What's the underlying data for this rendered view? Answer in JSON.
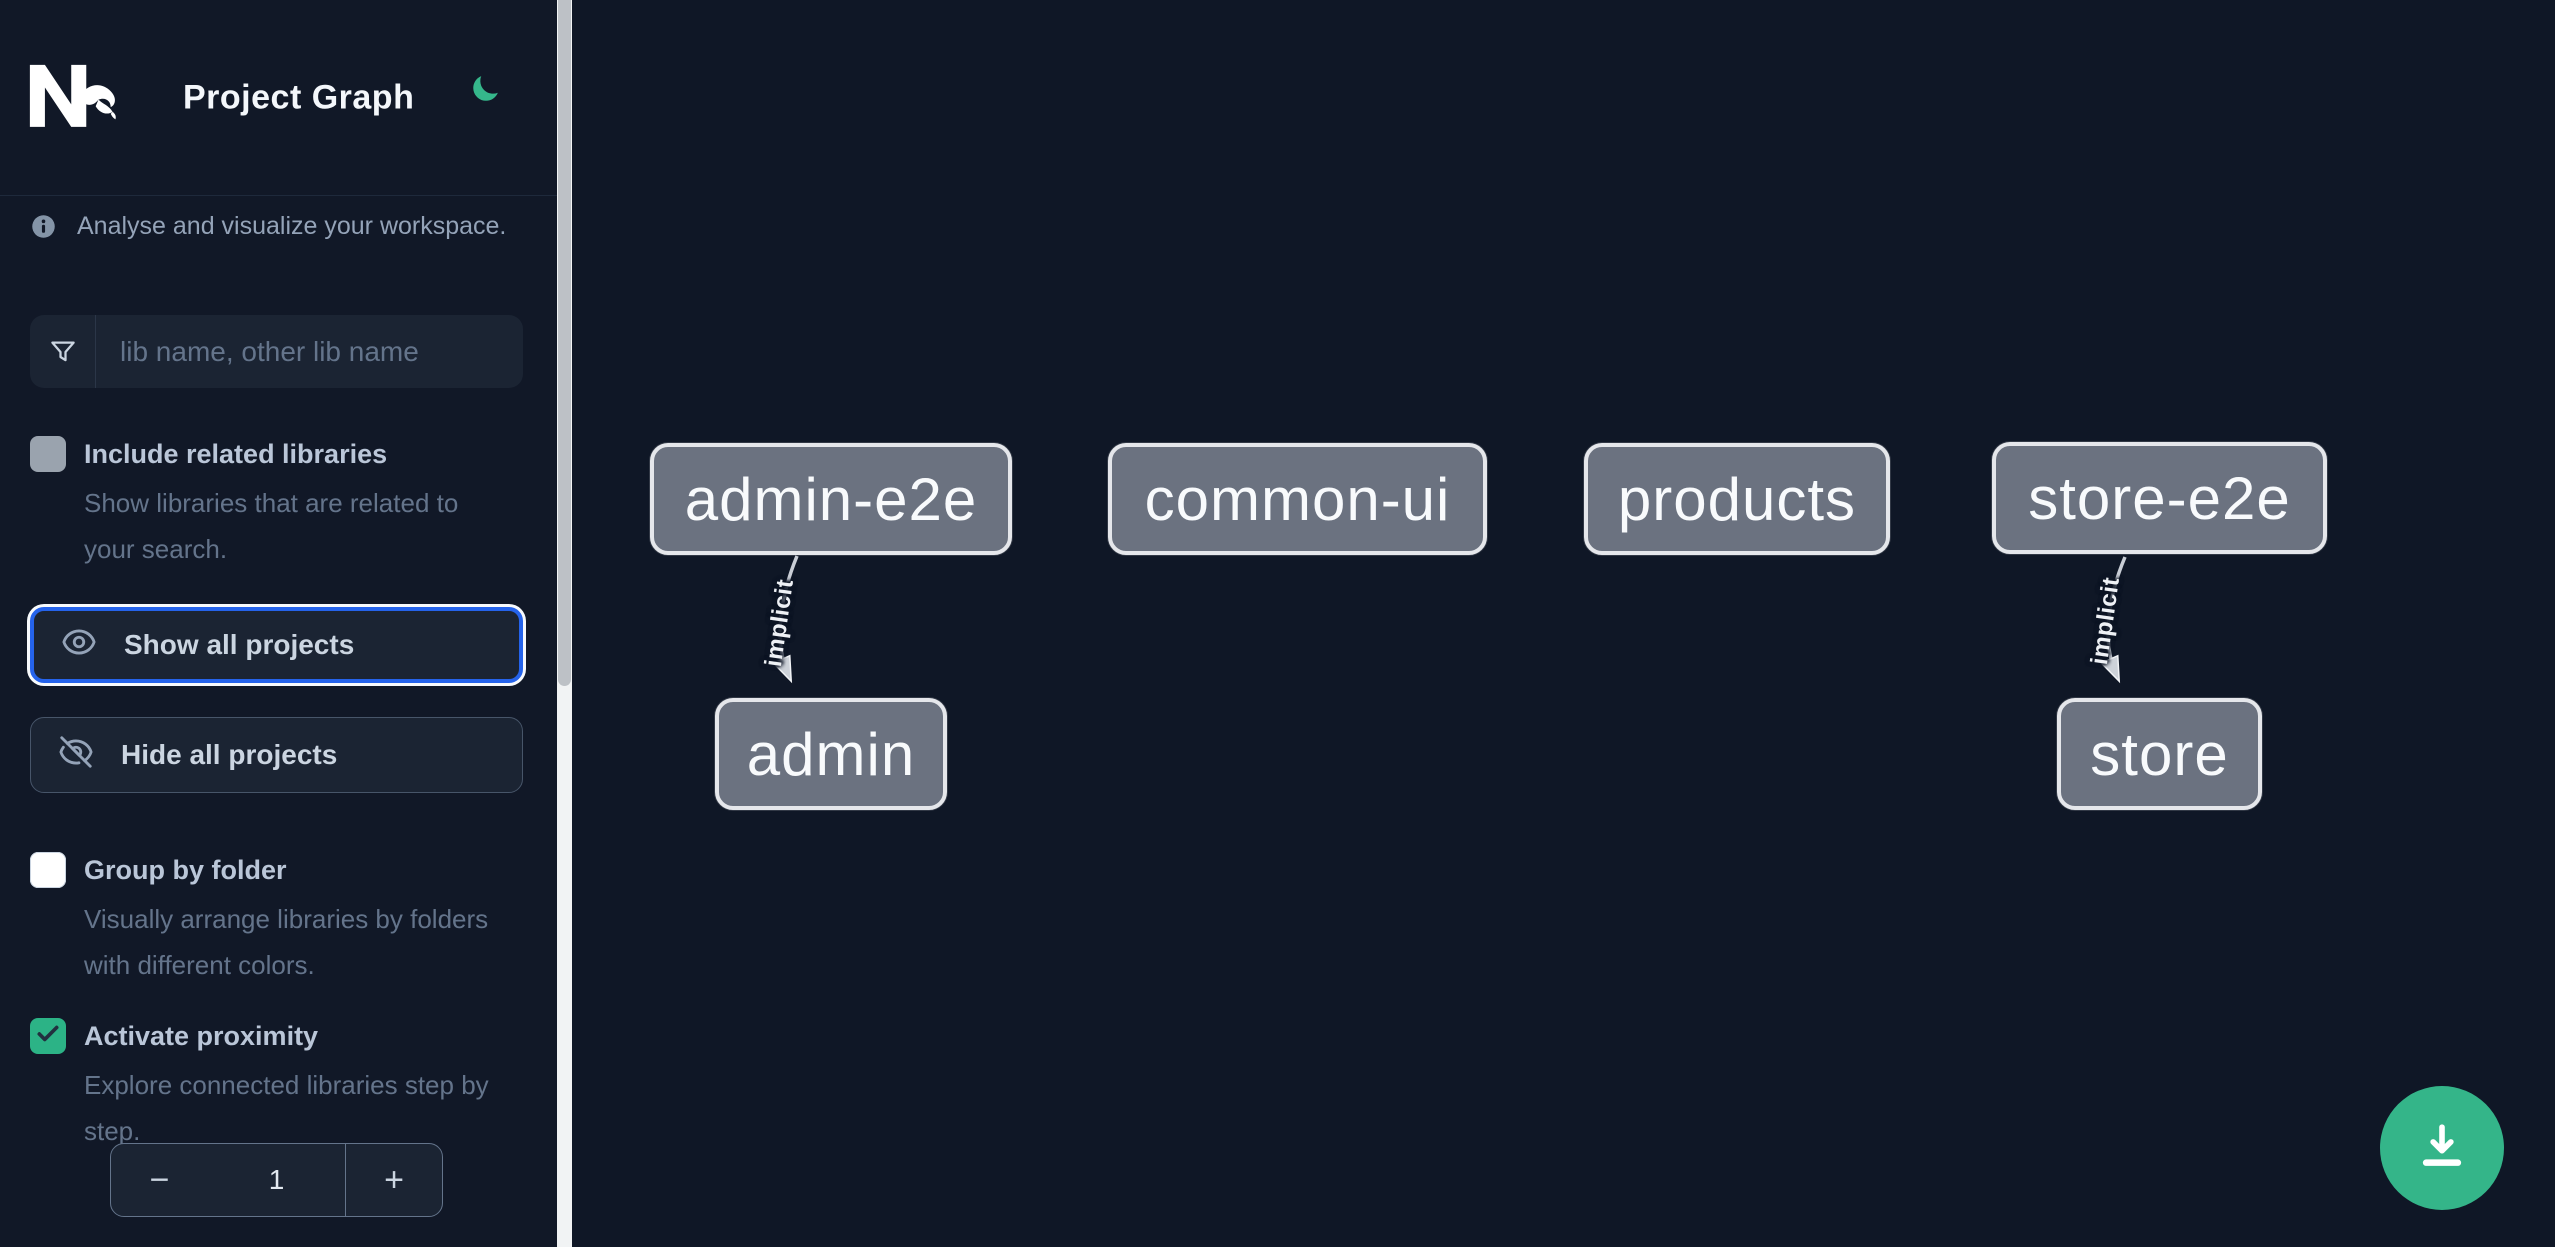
{
  "app": {
    "title": "Project Graph"
  },
  "colors": {
    "accent_green": "#34b589",
    "focus_blue": "#2563eb",
    "node_fill": "#6b7280",
    "node_border": "#e5e7eb",
    "background": "#0f1726"
  },
  "sidebar": {
    "tagline": "Analyse and visualize your workspace.",
    "filter": {
      "placeholder": "lib name, other lib name"
    },
    "options": [
      {
        "label": "Include related libraries",
        "description": "Show libraries that are related to your search.",
        "checked": false
      },
      {
        "label": "Group by folder",
        "description": "Visually arrange libraries by folders with different colors.",
        "checked": false
      },
      {
        "label": "Activate proximity",
        "description": "Explore connected libraries step by step.",
        "checked": true
      }
    ],
    "actions": {
      "show_all": "Show all projects",
      "hide_all": "Hide all projects"
    },
    "proximity_stepper": {
      "decrement": "−",
      "value": "1",
      "increment": "+"
    }
  },
  "graph": {
    "nodes": [
      {
        "id": "admin-e2e",
        "label": "admin-e2e"
      },
      {
        "id": "common-ui",
        "label": "common-ui"
      },
      {
        "id": "products",
        "label": "products"
      },
      {
        "id": "store-e2e",
        "label": "store-e2e"
      },
      {
        "id": "admin",
        "label": "admin"
      },
      {
        "id": "store",
        "label": "store"
      }
    ],
    "edges": [
      {
        "from": "admin-e2e",
        "to": "admin",
        "label": "implicit"
      },
      {
        "from": "store-e2e",
        "to": "store",
        "label": "implicit"
      }
    ]
  }
}
